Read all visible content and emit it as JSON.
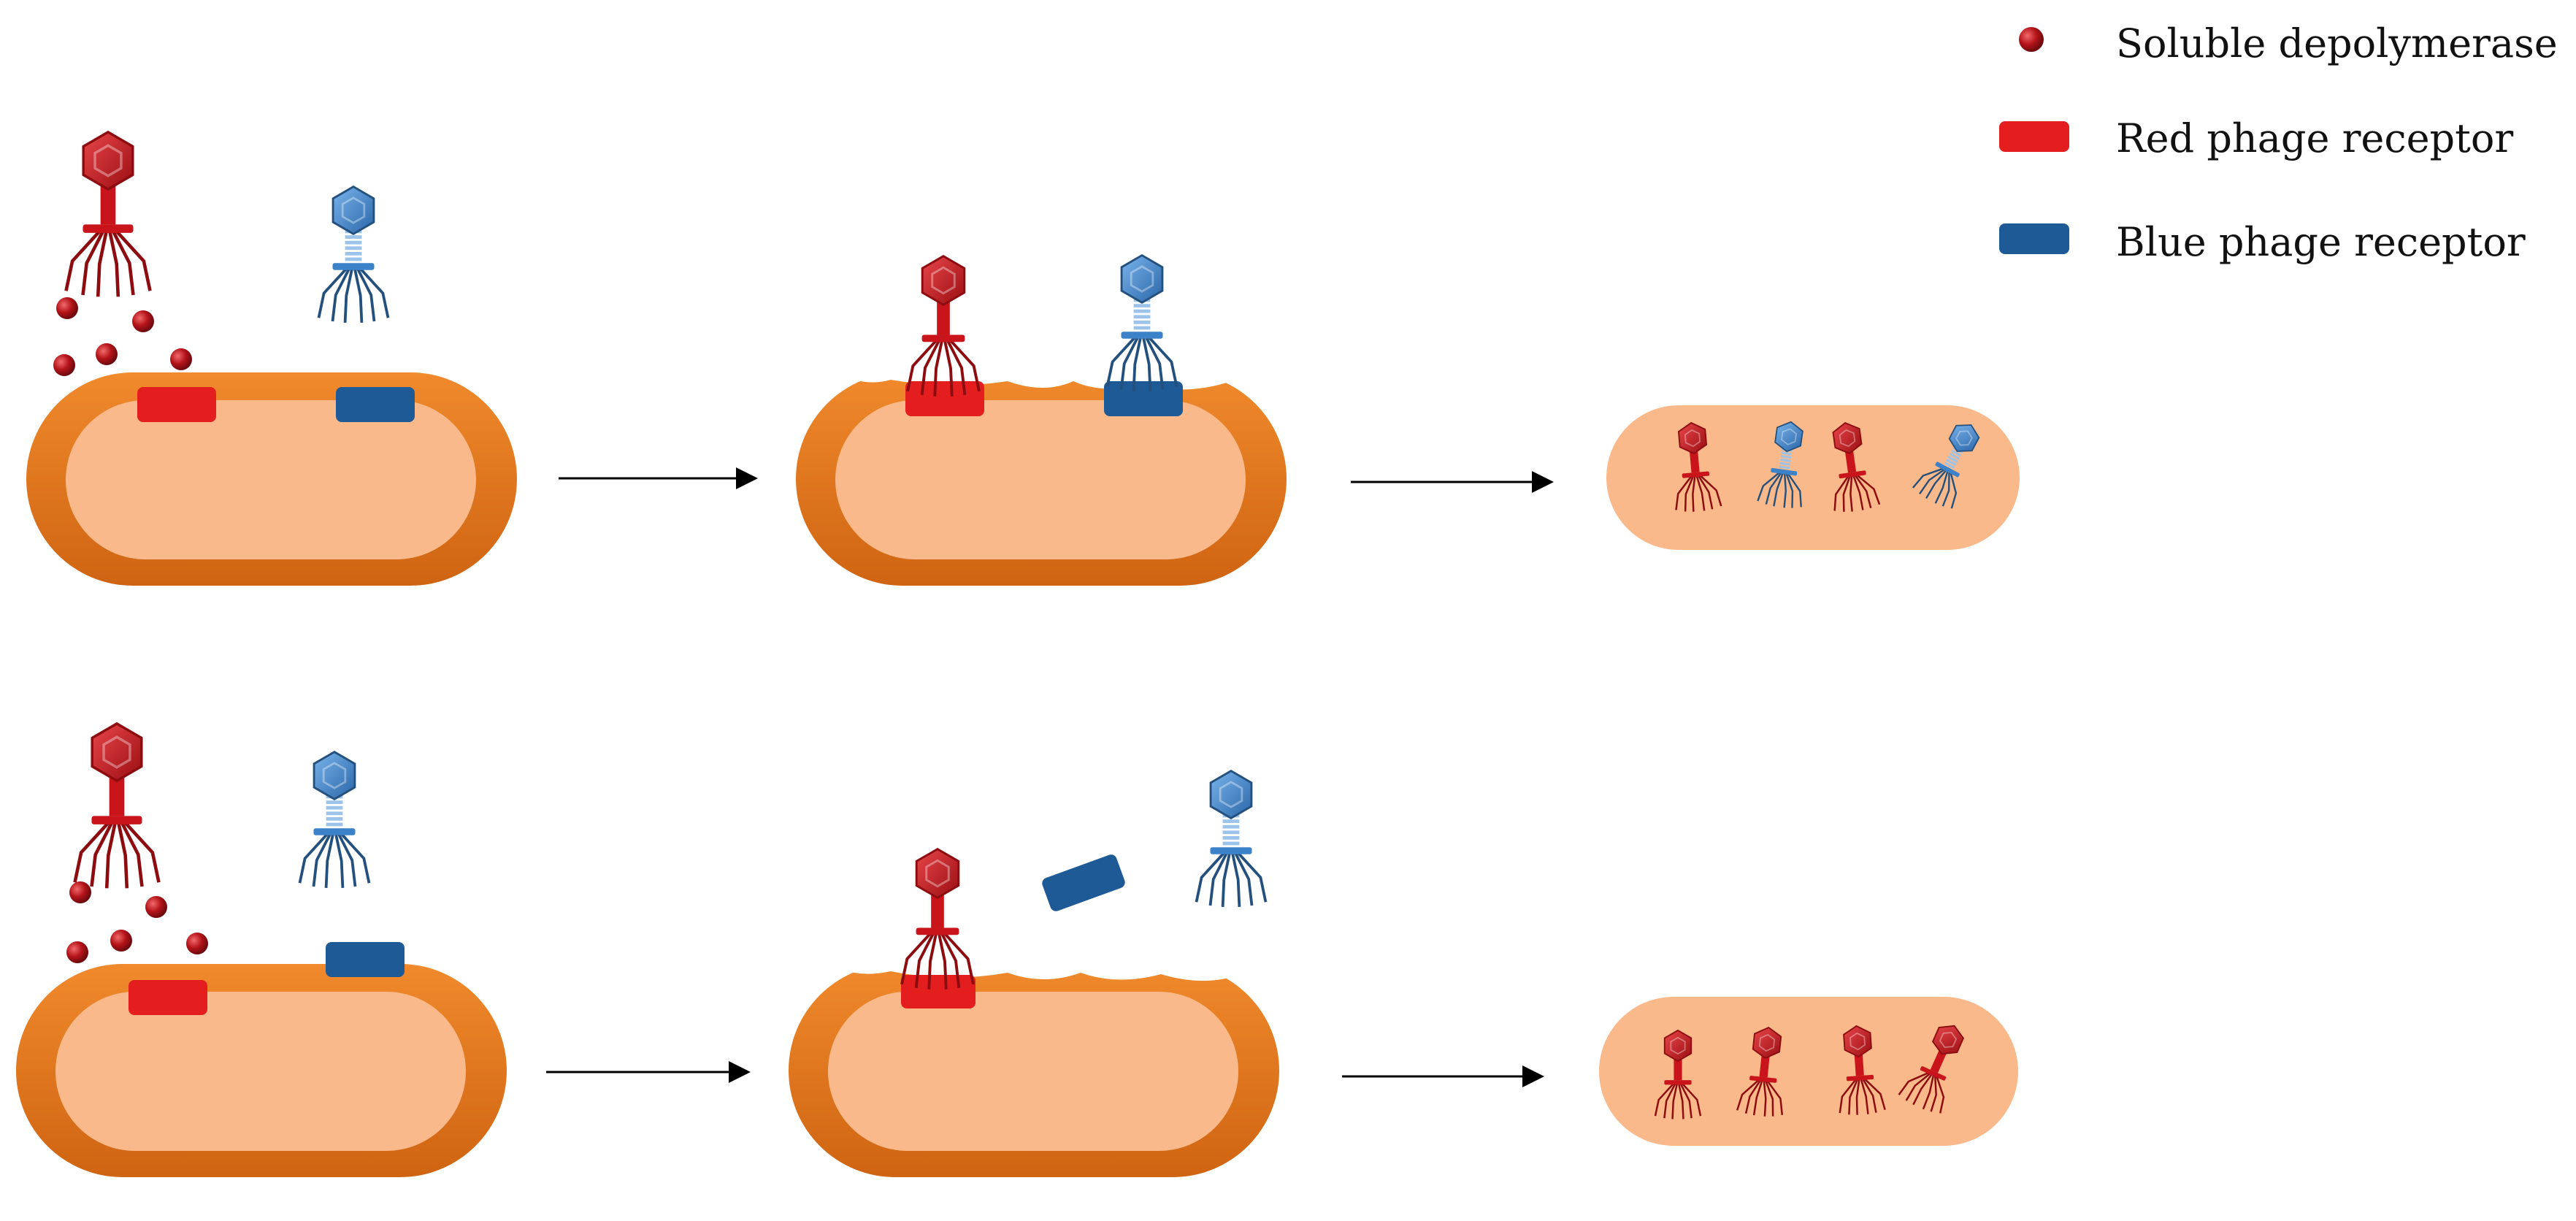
{
  "legend": {
    "items": [
      {
        "label": "Soluble depolymerase",
        "symbol": "red-sphere-icon"
      },
      {
        "label": "Red phage receptor",
        "symbol": "red-receptor-icon"
      },
      {
        "label": "Blue phage receptor",
        "symbol": "blue-receptor-icon"
      }
    ]
  },
  "colors": {
    "cell_outer": "#E8781C",
    "cell_outer_dark": "#C85E0C",
    "cell_inner": "#FAB98A",
    "progeny_cell": "#FAB98A",
    "red_phage": "#C8141A",
    "red_phage_dark": "#8C0C10",
    "blue_phage": "#3C82C8",
    "blue_phage_dark": "#23507D",
    "red_receptor": "#E41E1E",
    "blue_receptor": "#1E5A96",
    "depolymerase": "#B4141A",
    "arrow": "#000000"
  }
}
